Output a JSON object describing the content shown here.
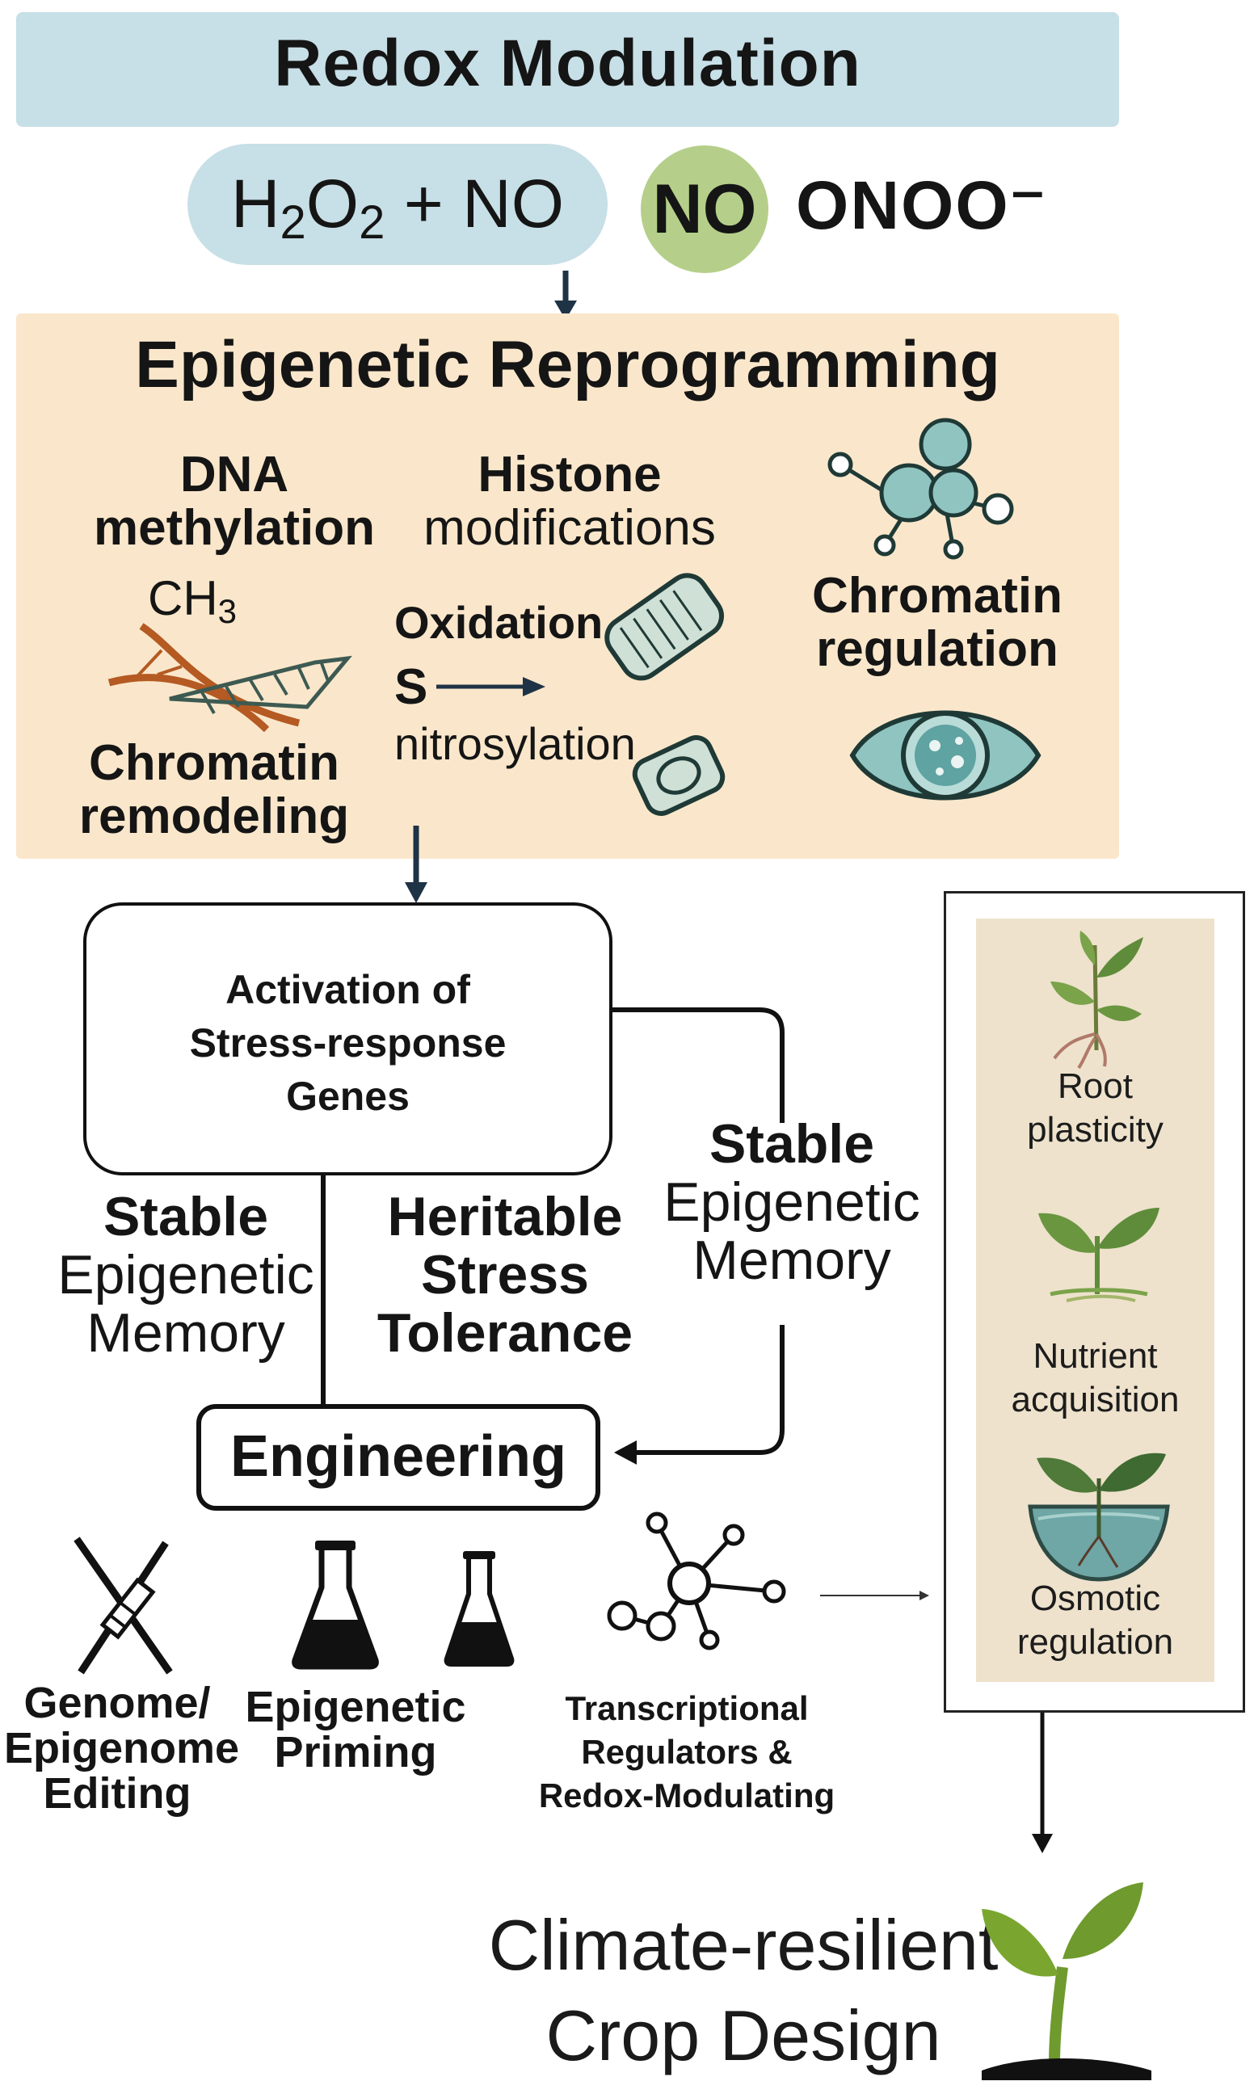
{
  "redox": {
    "title": "Redox Modulation",
    "species_pair": "H2O2 + NO",
    "species_no": "NO",
    "species_onoo": "ONOO⁻"
  },
  "epigenetic": {
    "title": "Epigenetic Reprogramming",
    "dna_methylation": [
      "DNA",
      "methylation"
    ],
    "ch3": "CH3",
    "chromatin_remodeling": [
      "Chromatin",
      "remodeling"
    ],
    "histone_modifications": [
      "Histone",
      "modifications"
    ],
    "oxidation": "Oxidation",
    "s_label": "S",
    "nitrosylation": "nitrosylation",
    "chromatin_regulation": [
      "Chromatin",
      "regulation"
    ]
  },
  "activation": {
    "lines": [
      "Activation of",
      "Stress-response",
      "Genes"
    ]
  },
  "branches": {
    "left_memory": [
      "Stable",
      "Epigenetic",
      "Memory"
    ],
    "heritable": [
      "Heritable",
      "Stress",
      "Tolerance"
    ],
    "right_memory": [
      "Stable",
      "Epigenetic",
      "Memory"
    ]
  },
  "engineering": {
    "title": "Engineering",
    "tools": {
      "genome_editing": [
        "Genome/",
        "Epigenome",
        "Editing"
      ],
      "epigenetic_priming": [
        "Epigenetic",
        "Priming"
      ],
      "transcriptional": [
        "Transcriptional",
        "Regulators &",
        "Redox-Modulating"
      ]
    }
  },
  "outcomes": {
    "root": [
      "Root",
      "plasticity"
    ],
    "nutrient": [
      "Nutrient",
      "acquisition"
    ],
    "osmotic": [
      "Osmotic",
      "regulation"
    ]
  },
  "final": {
    "lines": [
      "Climate-resilient",
      "Crop Design"
    ]
  },
  "colors": {
    "redox_banner": "#c7dfe6",
    "no_circle": "#b5cf8a",
    "epi_panel": "#fae7cb",
    "outcome_panel": "#eee2cc",
    "leaf_green": "#6f9a2d",
    "teal": "#8fc4c1"
  }
}
